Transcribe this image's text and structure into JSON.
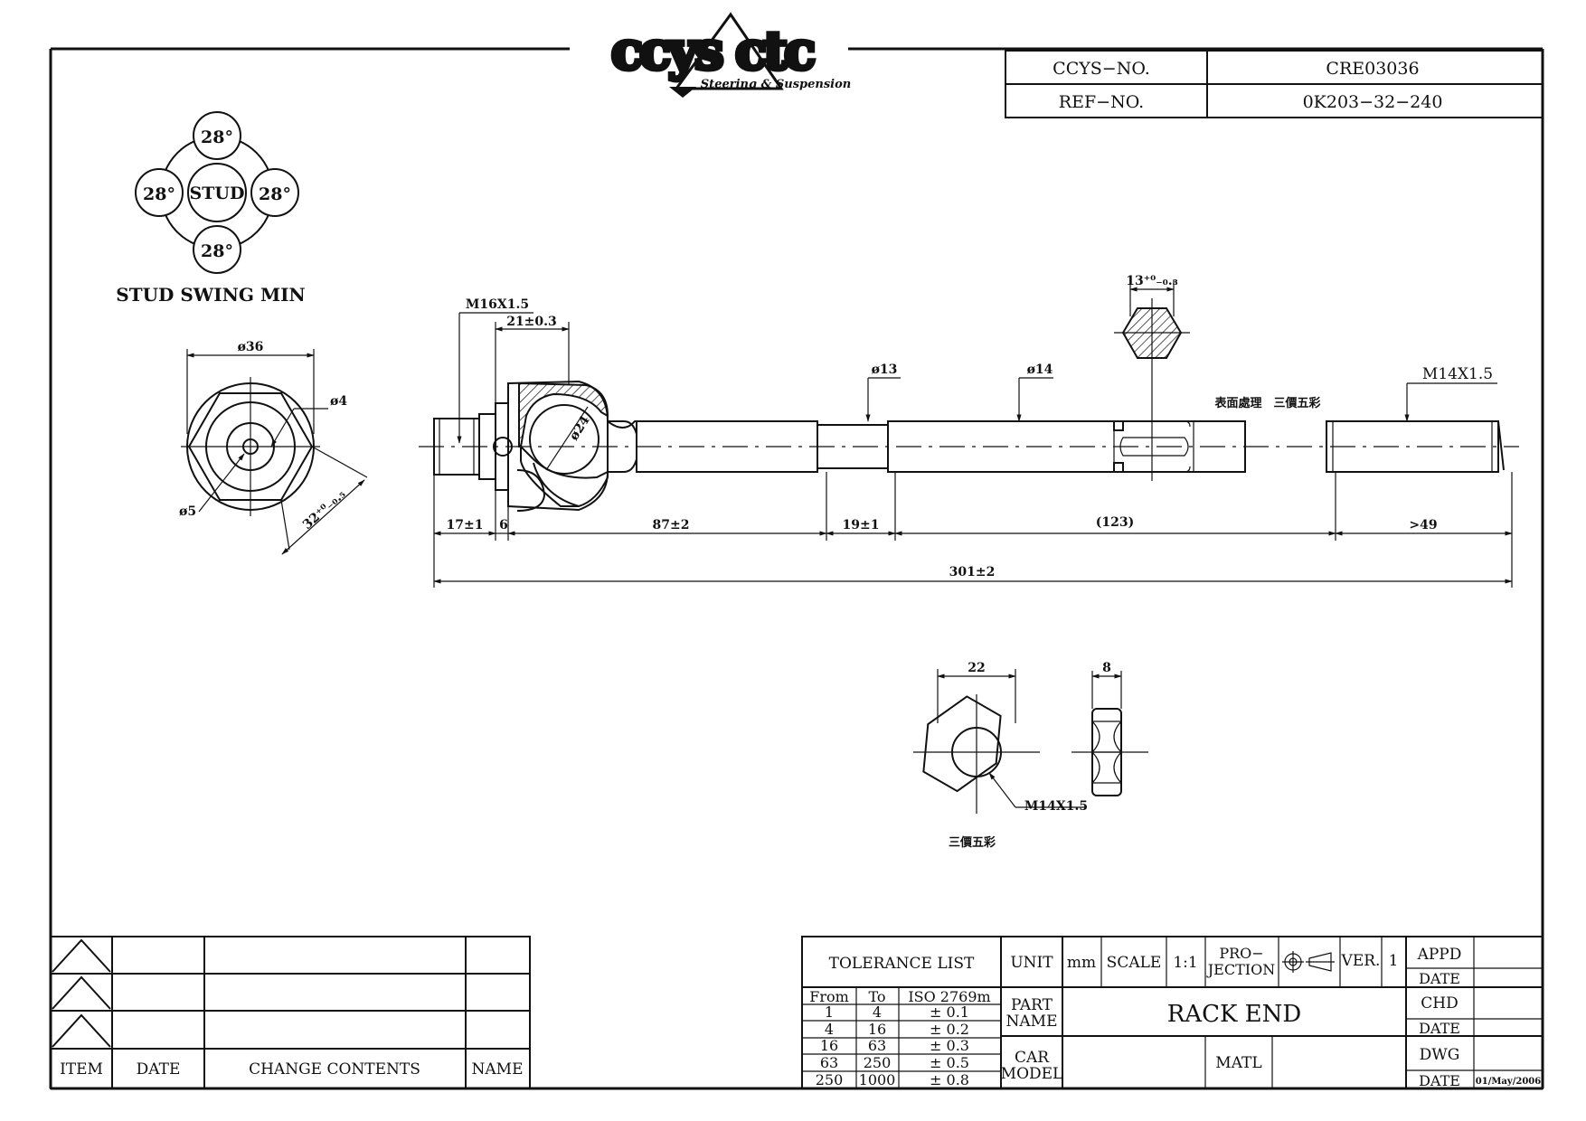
{
  "logo": {
    "brand": "CCYS CTC",
    "tagline": "Steering & Suspension"
  },
  "id_table": {
    "ccys_no_label": "CCYS−NO.",
    "ccys_no_value": "CRE03036",
    "ref_no_label": "REF−NO.",
    "ref_no_value": "0K203−32−240"
  },
  "stud_swing": {
    "title": "STUD SWING MIN",
    "center": "STUD",
    "angles": [
      "28°",
      "28°",
      "28°",
      "28°"
    ]
  },
  "end_view": {
    "d36": "ø36",
    "d4": "ø4",
    "d5": "ø5",
    "hex": "32⁺⁰₋₀.₅"
  },
  "rack_end": {
    "thread_left": "M16X1.5",
    "len21": "21±0.3",
    "d24": "ø24",
    "d13": "ø13",
    "d14": "ø14",
    "hex13": "13⁺⁰₋₀.₃",
    "surface_note": "表面處理　三價五彩",
    "thread_right": "M14X1.5",
    "dims": [
      "17±1",
      "6",
      "87±2",
      "19±1",
      "(123)",
      ">49"
    ],
    "overall": "301±2"
  },
  "nut": {
    "w22": "22",
    "t8": "8",
    "thread": "M14X1.5",
    "note": "三價五彩"
  },
  "revision": {
    "headers": [
      "ITEM",
      "DATE",
      "CHANGE CONTENTS",
      "NAME"
    ]
  },
  "title_block": {
    "tolerance_title": "TOLERANCE  LIST",
    "tol_headers": [
      "From",
      "To",
      "ISO  2769m"
    ],
    "tol_rows": [
      [
        "1",
        "4",
        "±  0.1"
      ],
      [
        "4",
        "16",
        "±  0.2"
      ],
      [
        "16",
        "63",
        "±  0.3"
      ],
      [
        "63",
        "250",
        "±  0.5"
      ],
      [
        "250",
        "1000",
        "±  0.8"
      ]
    ],
    "unit_label": "UNIT",
    "unit_value": "mm",
    "scale_label": "SCALE",
    "scale_value": "1:1",
    "projection_1": "PRO−",
    "projection_2": "JECTION",
    "ver_label": "VER.",
    "ver_value": "1",
    "part_name_1": "PART",
    "part_name_2": "NAME",
    "part_name_value": "RACK  END",
    "car_model_1": "CAR",
    "car_model_2": "MODEL",
    "matl_label": "MATL",
    "appd": "APPD",
    "chd": "CHD",
    "dwg": "DWG",
    "date": "DATE",
    "date_value": "01/May/2006"
  }
}
